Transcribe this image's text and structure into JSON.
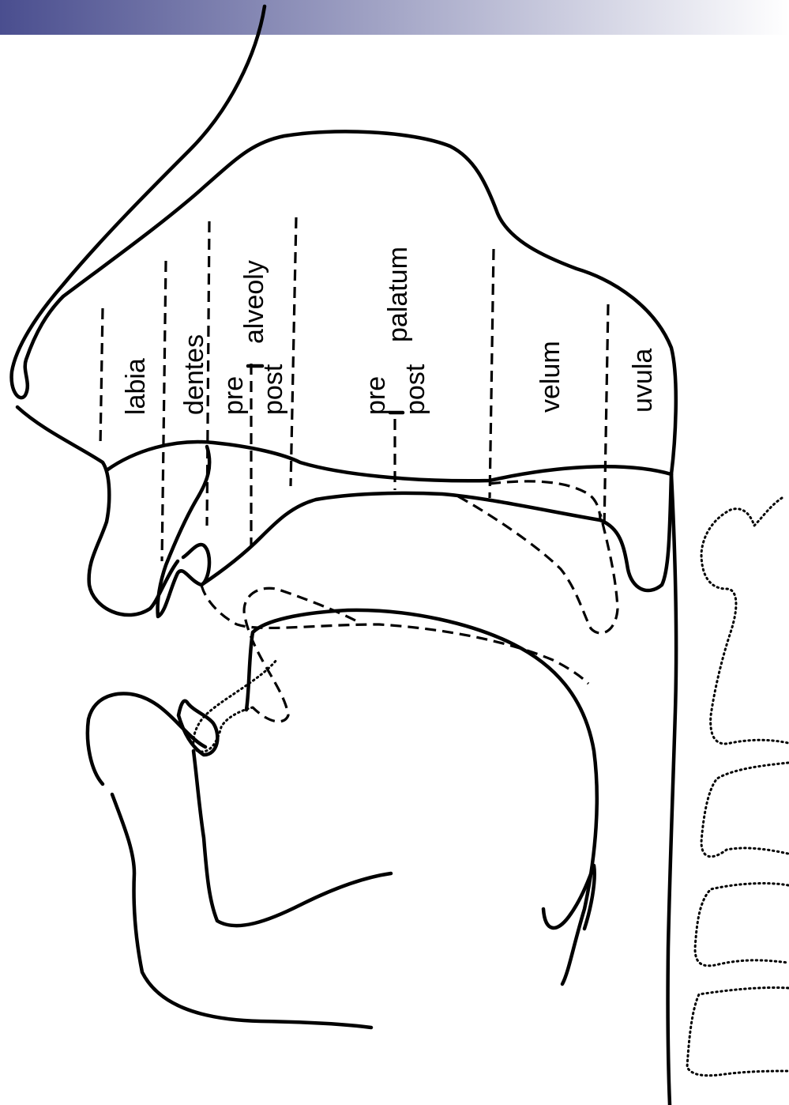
{
  "banner": {
    "gradient_start": "#4a4e8f",
    "gradient_end": "#ffffff"
  },
  "labels": {
    "labia": "labia",
    "dentes": "dentes",
    "alveoly_pre": "pre",
    "alveoly": "alveoly",
    "alveoly_post": "post",
    "palatum_pre": "pre",
    "palatum": "palatum",
    "palatum_post": "post",
    "velum": "velum",
    "uvula": "uvula"
  }
}
